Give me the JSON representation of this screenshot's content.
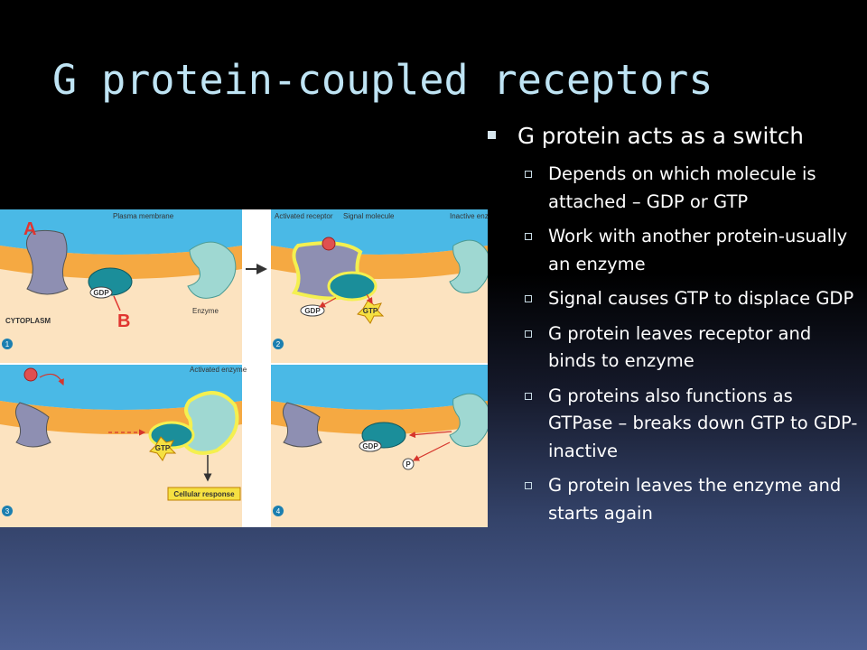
{
  "slide": {
    "title": "G protein-coupled receptors",
    "main_bullet": "G protein acts as a switch",
    "sub_bullets": [
      "Depends on which molecule is attached – GDP or GTP",
      "Work with another protein-usually an enzyme",
      "Signal causes GTP to displace GDP",
      "G protein leaves receptor and binds to enzyme",
      "G proteins also functions as GTPase – breaks down GTP to GDP-inactive",
      "G protein leaves the enzyme and starts again"
    ]
  },
  "figure": {
    "panel1": {
      "letter_a": "A",
      "letter_b": "B",
      "plasma_membrane": "Plasma membrane",
      "gdp": "GDP",
      "enzyme": "Enzyme",
      "cytoplasm": "CYTOPLASM",
      "step": "1"
    },
    "panel2": {
      "activated_receptor": "Activated receptor",
      "signal_molecule": "Signal molecule",
      "inactive_enzyme": "Inactive enzyme",
      "gdp": "GDP",
      "gtp": "GTP",
      "step": "2"
    },
    "panel3": {
      "activated_enzyme": "Activated enzyme",
      "gtp": "GTP",
      "cellular_response": "Cellular response",
      "step": "3"
    },
    "panel4": {
      "gdp": "GDP",
      "p": "P",
      "step": "4"
    },
    "colors": {
      "extracellular": "#4ab9e6",
      "membrane": "#f5a942",
      "cytoplasm": "#fce3c0",
      "receptor": "#8e8fb2",
      "g_protein": "#1b8e9a",
      "enzyme": "#9fd8d2",
      "highlight": "#f4f050",
      "arrow": "#d6352c",
      "label_red": "#e03530"
    }
  }
}
